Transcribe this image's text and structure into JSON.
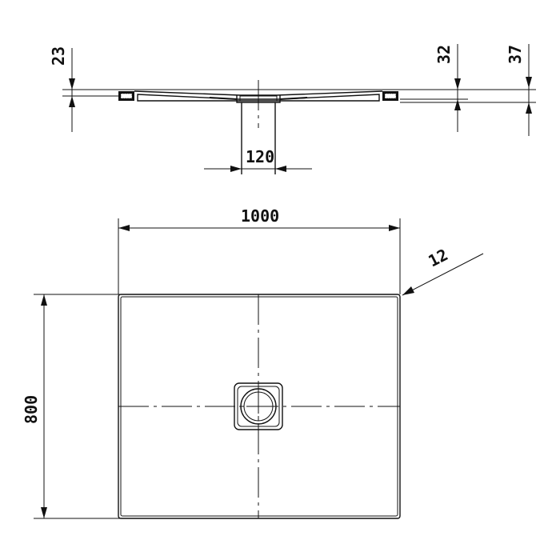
{
  "drawing": {
    "side_view": {
      "dim_left_thickness": "23",
      "dim_right_inner": "32",
      "dim_right_outer": "37",
      "dim_drain_width": "120"
    },
    "top_view": {
      "dim_width": "1000",
      "dim_depth": "800",
      "dim_corner_radius": "12"
    },
    "colors": {
      "line": "#111111",
      "background": "#ffffff"
    }
  }
}
